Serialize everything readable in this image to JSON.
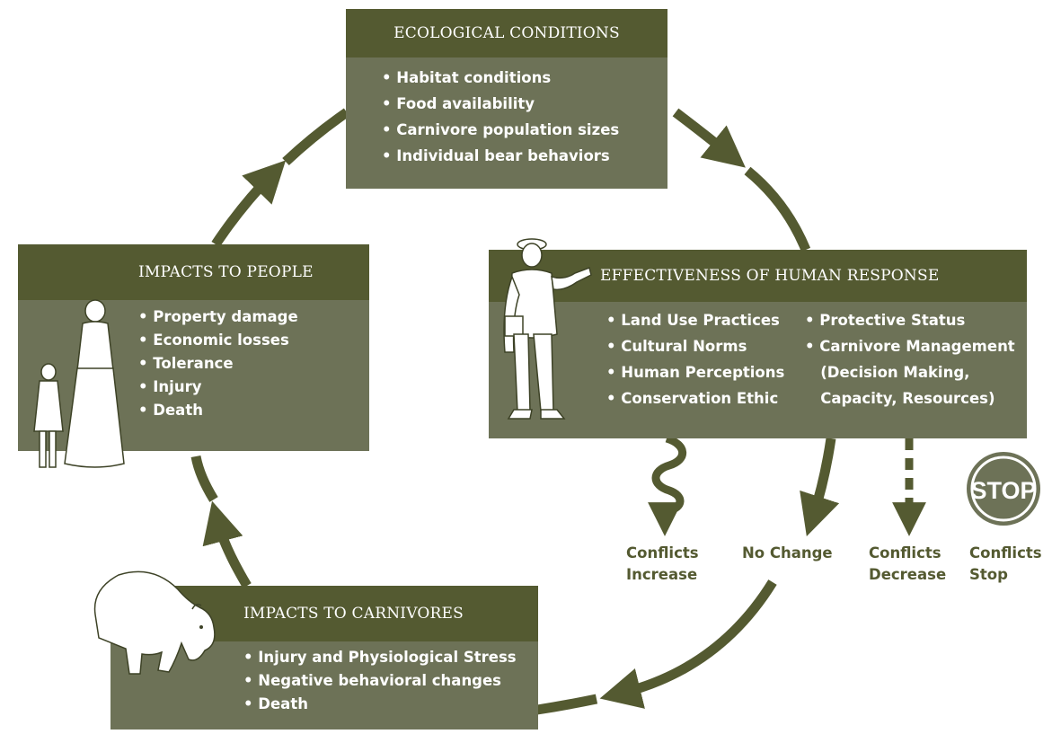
{
  "ecological": {
    "title": "ECOLOGICAL CONDITIONS",
    "items": [
      "Habitat conditions",
      "Food availability",
      "Carnivore population sizes",
      "Individual bear behaviors"
    ]
  },
  "human_response": {
    "title": "EFFECTIVENESS OF HUMAN RESPONSE",
    "left_items": [
      "Land Use Practices",
      "Cultural Norms",
      "Human Perceptions",
      "Conservation Ethic"
    ],
    "right_items": [
      "Protective Status",
      "Carnivore Management",
      "(Decision Making,",
      "Capacity, Resources)"
    ]
  },
  "people": {
    "title": "IMPACTS TO PEOPLE",
    "items": [
      "Property damage",
      "Economic losses",
      "Tolerance",
      "Injury",
      "Death"
    ]
  },
  "carnivores": {
    "title": "IMPACTS TO CARNIVORES",
    "items": [
      "Injury and Physiological Stress",
      "Negative behavioral changes",
      "Death"
    ]
  },
  "outcomes": {
    "increase": [
      "Conflicts",
      "Increase"
    ],
    "no_change": "No Change",
    "decrease": [
      "Conflicts",
      "Decrease"
    ],
    "stop": [
      "Conflicts",
      "Stop"
    ],
    "stop_sign": "STOP"
  },
  "colors": {
    "box": "#6d7257",
    "header": "#545a31",
    "arrow": "#545a31"
  },
  "icons": [
    "woman-and-child-illustration",
    "man-illustration",
    "bear-illustration",
    "stop-sign-icon"
  ]
}
